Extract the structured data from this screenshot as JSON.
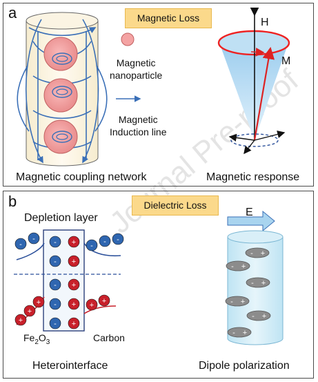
{
  "panel_a": {
    "letter": "a",
    "tag": "Magnetic Loss",
    "legend_particle": "Magnetic\nnanoparticle",
    "legend_line": "Magnetic\nInduction line",
    "caption_left": "Magnetic coupling network",
    "caption_right": "Magnetic response",
    "label_H": "H",
    "label_M": "M"
  },
  "panel_b": {
    "letter": "b",
    "tag": "Dielectric Loss",
    "depletion": "Depletion layer",
    "label_E": "E",
    "fe2o3_main": "Fe",
    "fe2o3_sub1": "2",
    "fe2o3_o": "O",
    "fe2o3_sub2": "3",
    "carbon": "Carbon",
    "caption_left": "Heterointerface",
    "caption_right": "Dipole polarization"
  },
  "colors": {
    "tag_fill": "#fbd98b",
    "particle": "#f4a3a3",
    "field_line": "#3a6fb7",
    "cone": "#a9d4ef",
    "electron": "#2f66b0",
    "hole": "#c8202a"
  },
  "watermark": "Journal Pre-proof"
}
